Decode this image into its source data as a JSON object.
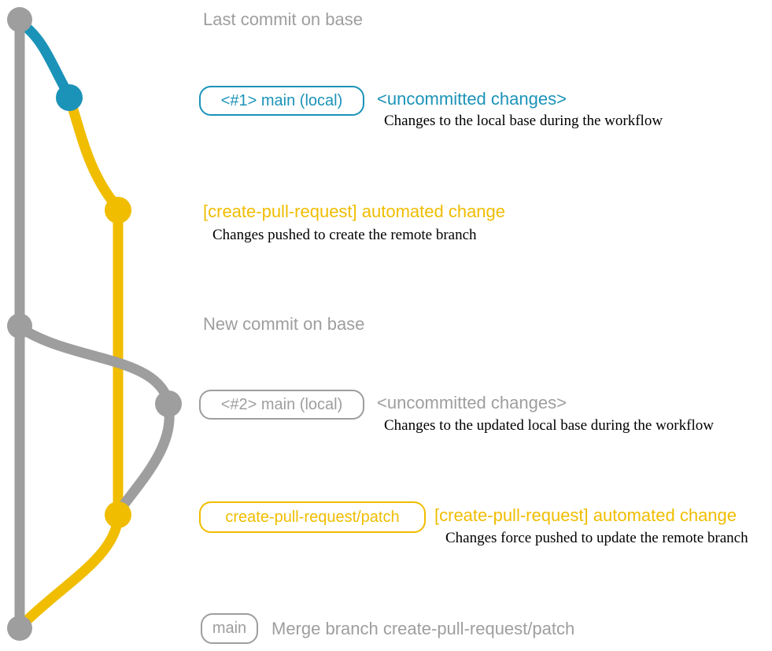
{
  "colors": {
    "gray": "#9e9e9e",
    "blue": "#1b93b8",
    "yellow": "#f0bd00"
  },
  "labels": {
    "top_commit": "Last commit on base",
    "mid_commit": "New commit on base"
  },
  "row1": {
    "badge": "<#1> main (local)",
    "heading": "<uncommitted changes>",
    "description": "Changes to the local base during the workflow"
  },
  "row2": {
    "heading": "[create-pull-request] automated change",
    "description": "Changes pushed to create the remote branch"
  },
  "row3": {
    "badge": "<#2> main (local)",
    "heading": "<uncommitted changes>",
    "description": "Changes to the updated local base during the workflow"
  },
  "row4": {
    "badge": "create-pull-request/patch",
    "heading": "[create-pull-request] automated change",
    "description": "Changes force pushed to update the remote branch"
  },
  "row5": {
    "badge": "main",
    "heading": "Merge branch create-pull-request/patch"
  },
  "graph": {
    "branches": [
      {
        "name": "base",
        "color": "#9e9e9e"
      },
      {
        "name": "main (local)",
        "color": "#1b93b8"
      },
      {
        "name": "create-pull-request/patch",
        "color": "#f0bd00"
      }
    ],
    "commits": [
      {
        "branch": "base",
        "label": "Last commit on base"
      },
      {
        "branch": "main (local)",
        "label": "<#1> main (local) <uncommitted changes>"
      },
      {
        "branch": "create-pull-request/patch",
        "label": "[create-pull-request] automated change"
      },
      {
        "branch": "base",
        "label": "New commit on base"
      },
      {
        "branch": "main (local)",
        "label": "<#2> main (local) <uncommitted changes>"
      },
      {
        "branch": "create-pull-request/patch",
        "label": "[create-pull-request] automated change"
      },
      {
        "branch": "base",
        "label": "Merge branch create-pull-request/patch"
      }
    ]
  }
}
